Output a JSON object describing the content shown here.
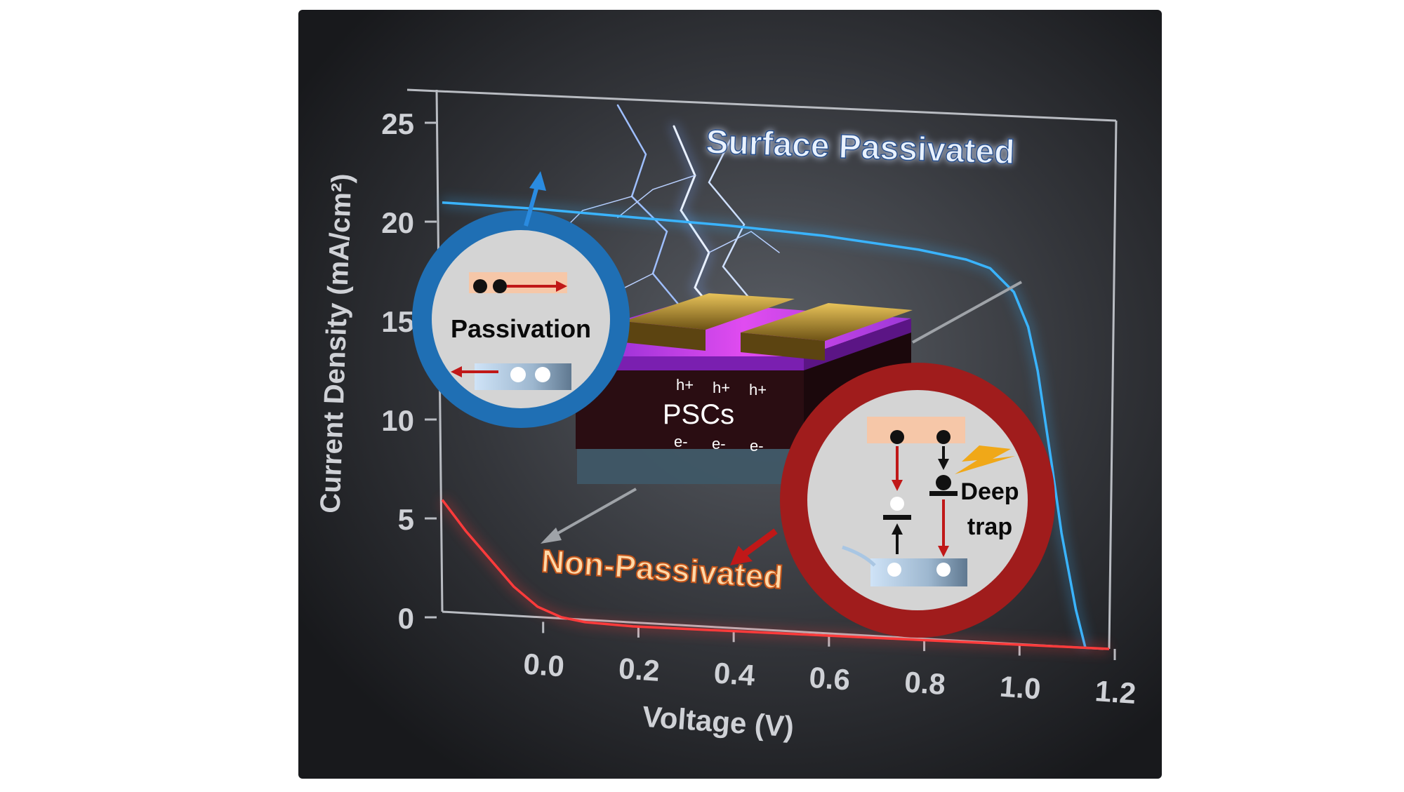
{
  "chart_data": {
    "type": "line",
    "xlabel": "Voltage (V)",
    "ylabel": "Current Density (mA/cm²)",
    "xlim": [
      -0.2,
      1.2
    ],
    "ylim": [
      0,
      25
    ],
    "x_ticks": [
      "0.0",
      "0.2",
      "0.4",
      "0.6",
      "0.8",
      "1.0",
      "1.2"
    ],
    "y_ticks": [
      "0",
      "5",
      "10",
      "15",
      "20",
      "25"
    ],
    "series": [
      {
        "name": "Surface Passivated",
        "color": "#3ab4ff",
        "x": [
          -0.2,
          0.0,
          0.2,
          0.4,
          0.6,
          0.8,
          0.9,
          0.95,
          1.0,
          1.03,
          1.05,
          1.08,
          1.1,
          1.13,
          1.15
        ],
        "y": [
          21.9,
          21.8,
          21.6,
          21.4,
          21.1,
          20.6,
          20.2,
          19.8,
          18.6,
          16.8,
          14.5,
          9.5,
          6.0,
          2.0,
          0.0
        ]
      },
      {
        "name": "Non-Passivated",
        "color": "#ff3b3b",
        "x": [
          -0.2,
          -0.15,
          -0.1,
          -0.05,
          0.0,
          0.05,
          0.1,
          0.2,
          0.4,
          0.6,
          0.8,
          1.0,
          1.2
        ],
        "y": [
          6.2,
          4.6,
          3.2,
          1.8,
          0.8,
          0.3,
          0.1,
          0.0,
          0.0,
          0.0,
          0.0,
          0.0,
          0.0
        ]
      }
    ],
    "grid": false
  },
  "device": {
    "label": "PSCs",
    "holes": [
      "h+",
      "h+",
      "h+"
    ],
    "electrons": [
      "e-",
      "e-",
      "e-"
    ]
  },
  "insets": {
    "passivation_label": "Passivation",
    "deep_trap_label_line1": "Deep",
    "deep_trap_label_line2": "trap"
  },
  "colors": {
    "background": "#2a2c30",
    "passivation_ring": "#1f6fb4",
    "deeptrap_ring": "#a01c1c",
    "perovskite": "#b048e8",
    "electrode": "#c9a23a"
  }
}
